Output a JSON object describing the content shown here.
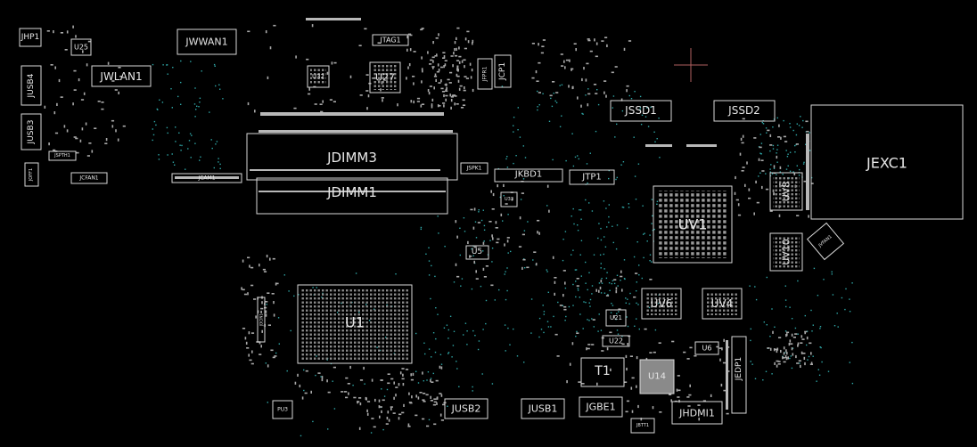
{
  "colors": {
    "background": "#000000",
    "outline": "#d8d8d8",
    "pad": "#a8a8a8",
    "via": "#2fa7a7",
    "cursor": "#b06060",
    "highlight": "#8a8a8a"
  },
  "components": {
    "JHP1": "JHP1",
    "U25": "U25",
    "JWLAN1": "JWLAN1",
    "JUSB4": "JUSB4",
    "JUSB3": "JUSB3",
    "JSPTH1": "JSPTH1",
    "JOFF1": "JOFF1",
    "JCFAN1": "JCFAN1",
    "JWWAN1": "JWWAN1",
    "JTAG1": "JTAG1",
    "U32": "U32",
    "U27": "U27",
    "JFPR1": "JFPR1",
    "JCP1": "JCP1",
    "JCAM1": "JCAM1",
    "JDIMM3": "JDIMM3",
    "JDIMM1": "JDIMM1",
    "JSPK1": "JSPK1",
    "JKBD1": "JKBD1",
    "JTP1": "JTP1",
    "U33": "U33",
    "U5": "U5",
    "JSSD1": "JSSD1",
    "JSSD2": "JSSD2",
    "JEXC1": "JEXC1",
    "UV1": "UV1",
    "UV8": "UV8",
    "UV10": "UV10",
    "JVFAN1": "JVFAN1",
    "UV6": "UV6",
    "UV4": "UV4",
    "U21": "U21",
    "U22": "U22",
    "U6": "U6",
    "T1": "T1",
    "U14": "U14",
    "JEDP1": "JEDP1",
    "JHDMI1": "JHDMI1",
    "JGBE1": "JGBE1",
    "JUSB1": "JUSB1",
    "JUSB2": "JUSB2",
    "U1": "U1",
    "JBTT1": "JBTT1",
    "PU3": "PU3",
    "JDCIN1": "JDCIN1"
  }
}
